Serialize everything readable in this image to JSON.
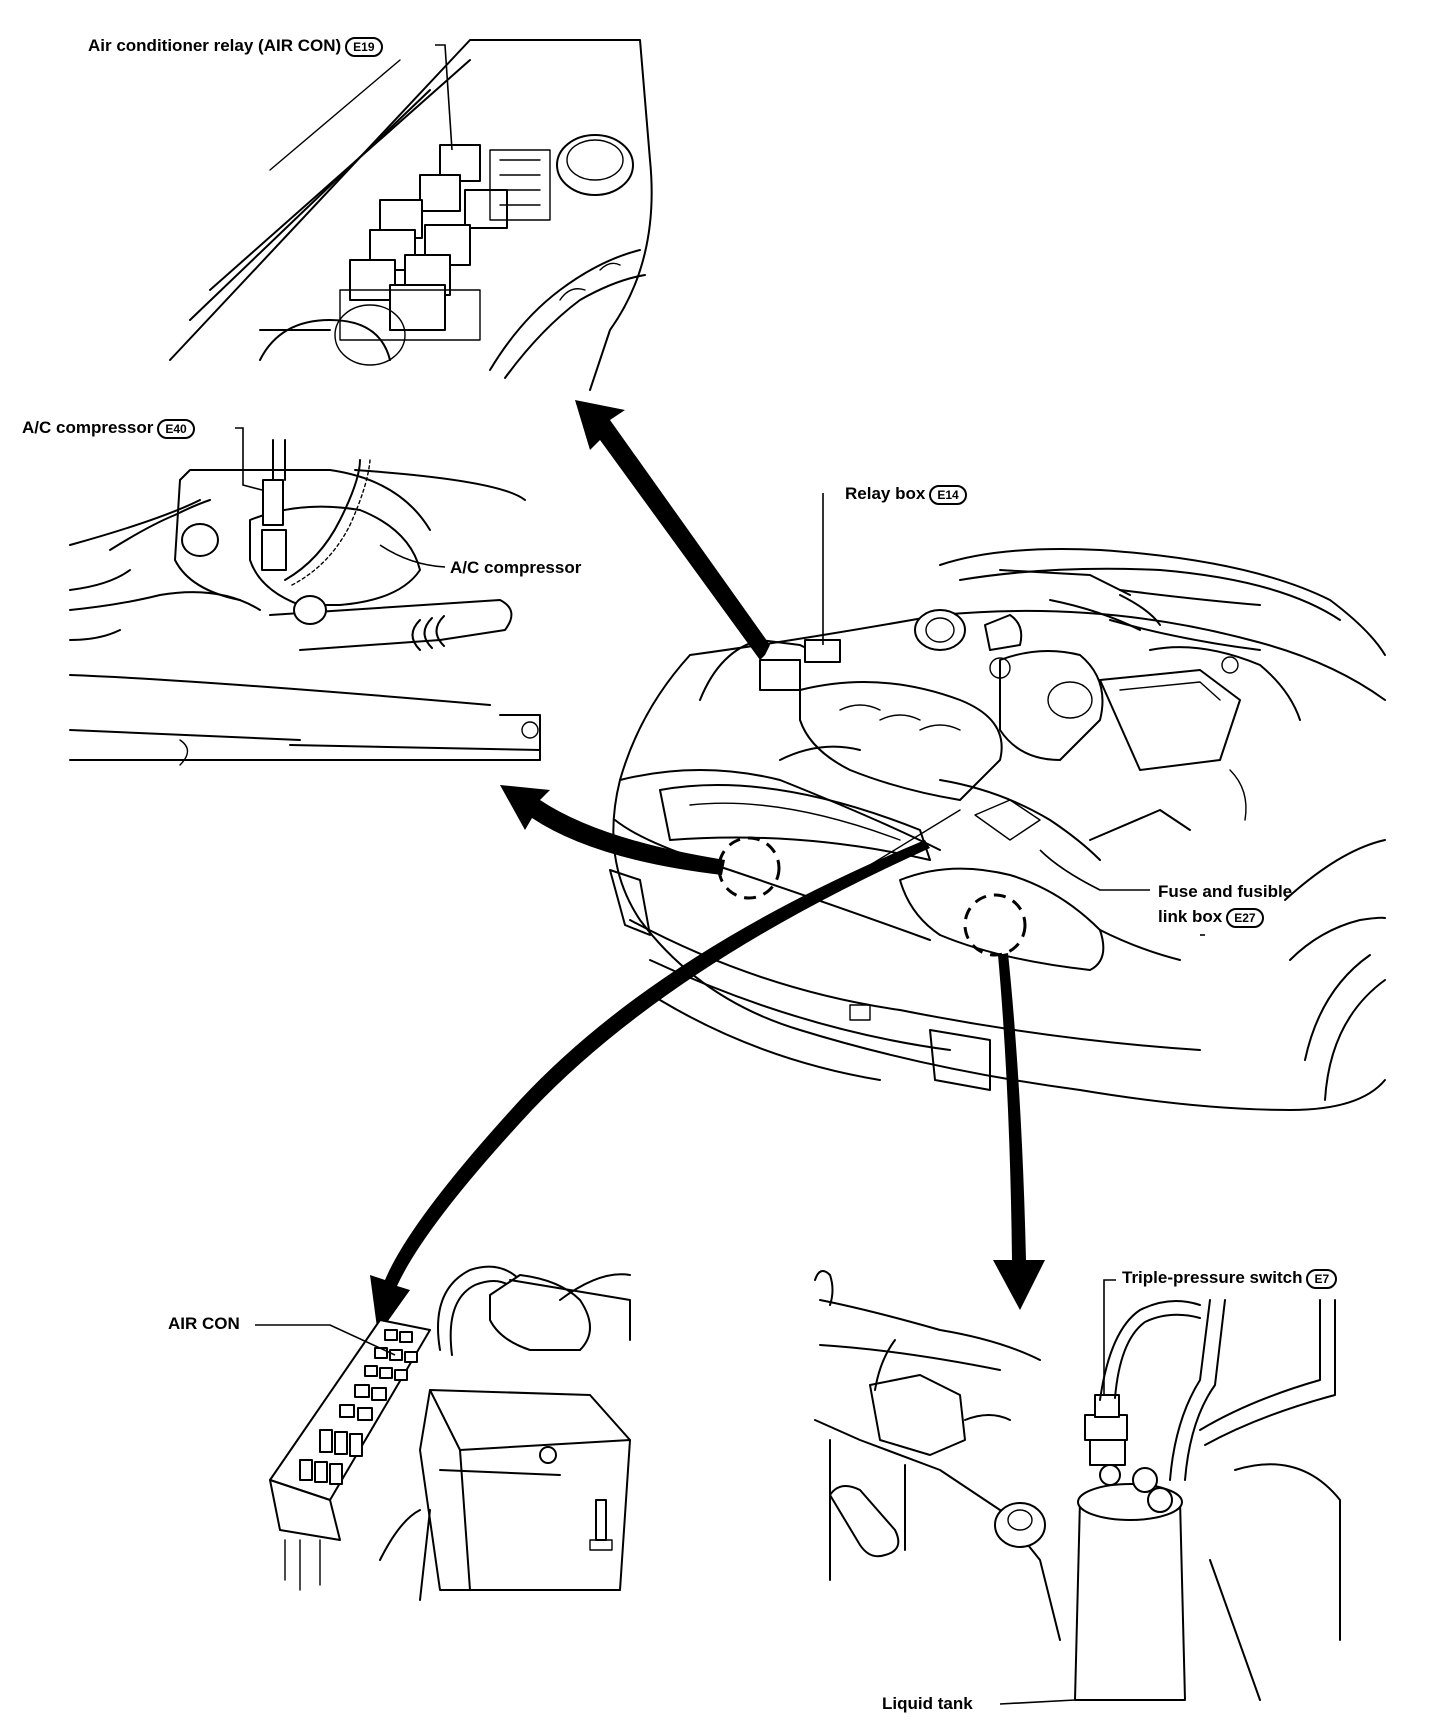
{
  "labels": {
    "ac_relay": {
      "text": "Air conditioner relay (AIR CON)",
      "connector": "E19"
    },
    "ac_compressor_connector": {
      "text": "A/C compressor",
      "connector": "E40"
    },
    "ac_compressor": {
      "text": "A/C compressor"
    },
    "relay_box": {
      "text": "Relay box",
      "connector": "E14"
    },
    "fuse_box_line1": {
      "text": "Fuse and fusible"
    },
    "fuse_box_line2": {
      "text": "link box",
      "connector": "E27"
    },
    "air_con": {
      "text": "AIR CON"
    },
    "triple_pressure": {
      "text": "Triple-pressure switch",
      "connector": "E7"
    },
    "liquid_tank": {
      "text": "Liquid tank"
    }
  },
  "icons": {
    "callout_arrow": "curved-arrow-icon",
    "locator_circle": "dashed-circle-icon"
  },
  "colors": {
    "ink": "#000000",
    "paper": "#ffffff"
  }
}
